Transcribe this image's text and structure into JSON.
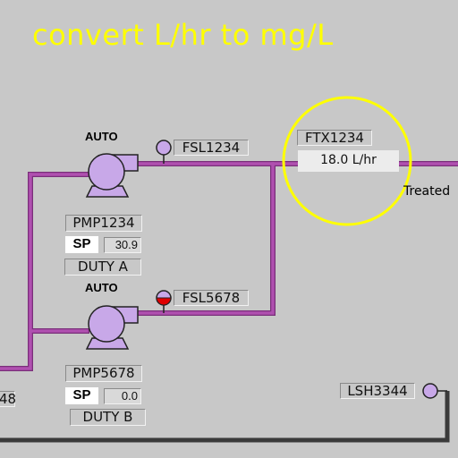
{
  "annotation": {
    "text": "convert L/hr to mg/L",
    "color": "#ffff00"
  },
  "colors": {
    "pipe": "#b050b0",
    "pipe_edge": "#7a2f7a",
    "drain_pipe": "#3a3a3a",
    "pump_fill": "#c8a8e8",
    "alarm": "#e00000",
    "background": "#c8c8c8"
  },
  "pumps": [
    {
      "tag": "PMP1234",
      "mode": "AUTO",
      "sp_label": "SP",
      "sp_value": "30.9",
      "duty": "DUTY A",
      "icon": "pump-icon"
    },
    {
      "tag": "PMP5678",
      "mode": "AUTO",
      "sp_label": "SP",
      "sp_value": "0.0",
      "duty": "DUTY B",
      "icon": "pump-icon"
    }
  ],
  "flow_switches": [
    {
      "tag": "FSL1234",
      "state": "normal",
      "icon": "flow-switch-icon"
    },
    {
      "tag": "FSL5678",
      "state": "alarm",
      "icon": "flow-switch-icon"
    }
  ],
  "flow_transmitter": {
    "tag": "FTX1234",
    "reading": "18.0 L/hr"
  },
  "outlet_label": "Treated",
  "level_switch": {
    "tag": "LSH3344",
    "icon": "level-switch-icon"
  },
  "partial_tag": "48"
}
